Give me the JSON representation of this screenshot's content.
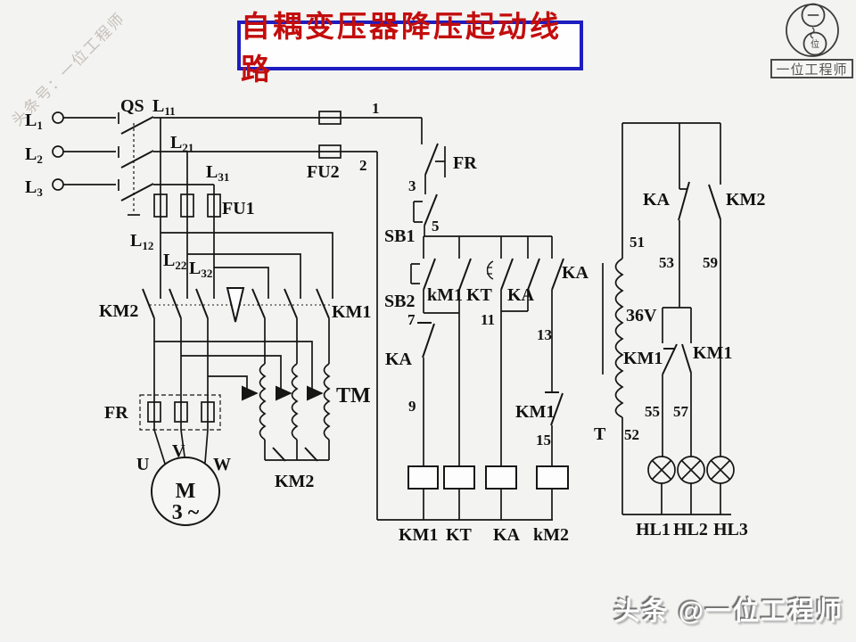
{
  "header": {
    "title": "自耦变压器降压起动线路"
  },
  "branding": {
    "watermark": "头条号：一位工程师",
    "credit": "头条 @一位工程师",
    "logo_text": "一位工程师",
    "logo_top_char": "一",
    "logo_bottom_char": "位"
  },
  "colors": {
    "title_text": "#c30d0d",
    "title_border": "#1d1dc0",
    "line": "#161616",
    "background": "#f3f3f1",
    "watermark": "#aca59b"
  },
  "power": {
    "l1": {
      "base": "L",
      "sub": "1"
    },
    "l2": {
      "base": "L",
      "sub": "2"
    },
    "l3": {
      "base": "L",
      "sub": "3"
    },
    "qs": "QS",
    "l11": {
      "base": "L",
      "sub": "11"
    },
    "l21": {
      "base": "L",
      "sub": "21"
    },
    "l31": {
      "base": "L",
      "sub": "31"
    },
    "fu1": "FU1",
    "fu2": "FU2",
    "l12": {
      "base": "L",
      "sub": "12"
    },
    "l22": {
      "base": "L",
      "sub": "22"
    },
    "l32": {
      "base": "L",
      "sub": "32"
    },
    "km2_bank": "KM2",
    "km1_bank": "KM1",
    "fr": "FR",
    "tm": "TM",
    "km2_star": "KM2",
    "u": "U",
    "v": "V",
    "w": "W",
    "m": "M",
    "phase": "3 ~"
  },
  "control": {
    "n1": "1",
    "n2": "2",
    "n3": "3",
    "n5": "5",
    "n7": "7",
    "n9": "9",
    "n11": "11",
    "n13": "13",
    "n15": "15",
    "fr_contact": "FR",
    "sb1": "SB1",
    "sb2": "SB2",
    "km1_no": "kM1",
    "kt_contact": "KT",
    "ka_contact": "KA",
    "ka_right": "KA",
    "ka_nc": "KA",
    "km1_nc": "KM1",
    "coil_km1": "KM1",
    "coil_kt": "KT",
    "coil_ka": "KA",
    "coil_km2": "kM2"
  },
  "lamp": {
    "ka_contact": "KA",
    "km2_contact": "KM2",
    "n51": "51",
    "n53": "53",
    "n59": "59",
    "n52": "52",
    "n55": "55",
    "n57": "57",
    "voltage": "36V",
    "km1_left": "KM1",
    "km1_right": "KM1",
    "t": "T",
    "hl1": "HL1",
    "hl2": "HL2",
    "hl3": "HL3"
  }
}
